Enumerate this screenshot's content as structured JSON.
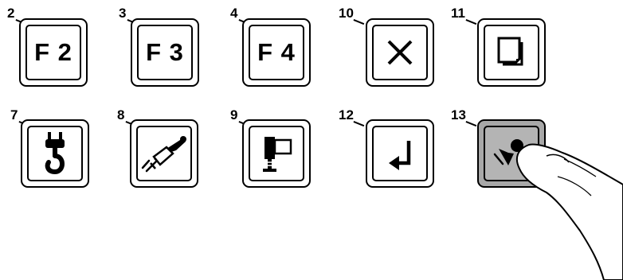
{
  "buttons": [
    {
      "num": "2",
      "label": "F 2",
      "icon": "f2-key"
    },
    {
      "num": "3",
      "label": "F 3",
      "icon": "f3-key"
    },
    {
      "num": "4",
      "label": "F 4",
      "icon": "f4-key"
    },
    {
      "num": "10",
      "icon": "close-x-icon"
    },
    {
      "num": "11",
      "icon": "pages-copy-icon"
    },
    {
      "num": "7",
      "icon": "crane-hook-icon"
    },
    {
      "num": "8",
      "icon": "robot-arm-icon"
    },
    {
      "num": "9",
      "icon": "tool-post-icon"
    },
    {
      "num": "12",
      "icon": "return-arrow-icon"
    },
    {
      "num": "13",
      "icon": "teach-hand-icon",
      "state": "pressed"
    }
  ],
  "colors": {
    "pressed_fill": "#a8a8a8",
    "line": "#000000"
  }
}
